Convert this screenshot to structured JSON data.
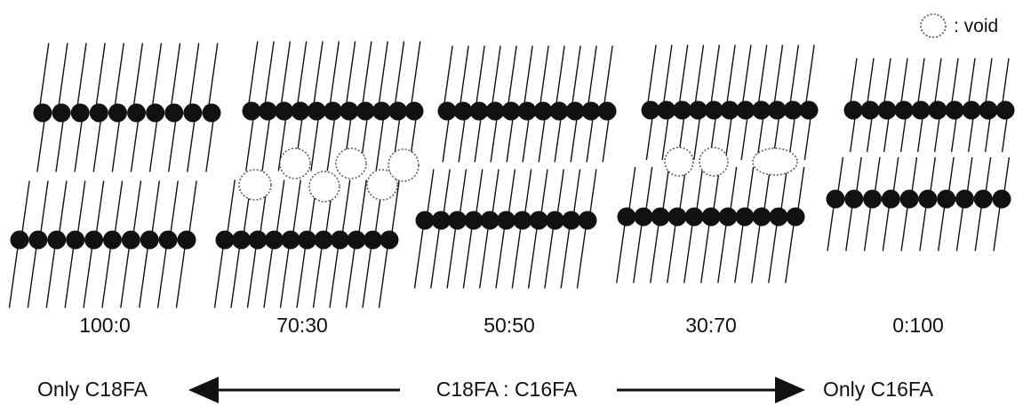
{
  "legend": {
    "void_label": ": void",
    "icon": "dotted-circle-icon"
  },
  "panels": [
    {
      "ratio": "100:0",
      "voids": 0
    },
    {
      "ratio": "70:30",
      "voids": 6
    },
    {
      "ratio": "50:50",
      "voids": 0
    },
    {
      "ratio": "30:70",
      "voids": 3
    },
    {
      "ratio": "0:100",
      "voids": 0
    }
  ],
  "axis": {
    "left_label": "Only C18FA",
    "center_label": "C18FA : C16FA",
    "right_label": "Only C16FA"
  },
  "colors": {
    "ink": "#111111",
    "head": "#111111",
    "void_stroke": "#555555"
  }
}
